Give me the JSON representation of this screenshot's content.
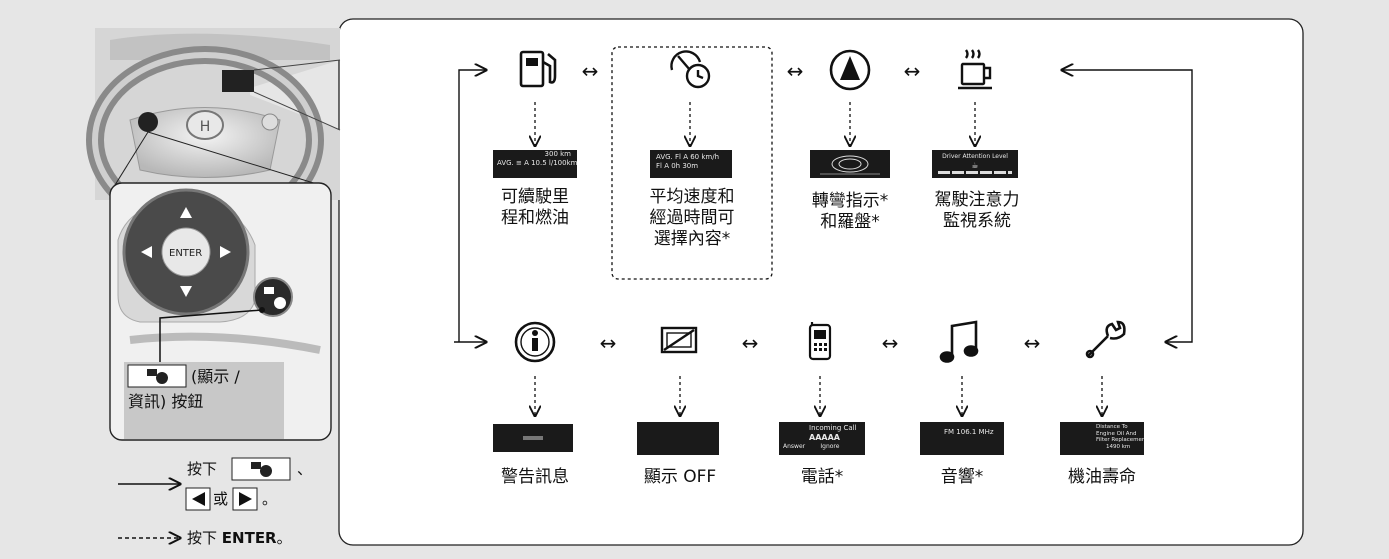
{
  "items": {
    "range_fuel": "可續駛里\n程和燃油",
    "avg_speed": "平均速度和\n經過時間可\n選擇內容*",
    "turn_compass": "轉彎指示*\n和羅盤*",
    "driver_attention": "駕駛注意力\n監視系統",
    "warning": "警告訊息",
    "display_off": "顯示 OFF",
    "phone": "電話*",
    "audio": "音響*",
    "oil_life": "機油壽命"
  },
  "screens": {
    "range_line1": "300 km",
    "range_line2": "AVG. ≡ A  10.5 l/100km",
    "avg_line1": "AVG. Fl A  60 km/h",
    "avg_line2": "Fl A  0h 30m",
    "attention_title": "Driver Attention Level",
    "phone_title": "Incoming Call",
    "phone_name": "AAAAA",
    "phone_answer": "Answer",
    "phone_ignore": "Ignore",
    "audio_freq": "FM 106.1 MHz",
    "oil_line1": "Distance To",
    "oil_line2": "Engine Oil And",
    "oil_line3": "Filter Replacement",
    "oil_value": "1490 km"
  },
  "steering_panel": {
    "enter_label": "ENTER",
    "button_caption_1": "(顯示 /",
    "button_caption_2": "資訊) 按鈕"
  },
  "legend": {
    "solid_prefix": "按下",
    "solid_suffix": "、",
    "or_text": "或",
    "period": "。",
    "dashed_prefix": "按下 ",
    "dashed_key": "ENTER",
    "dashed_suffix": "。"
  },
  "colors": {
    "background": "#e6e6e6",
    "panel": "#ffffff",
    "line": "#111111"
  }
}
